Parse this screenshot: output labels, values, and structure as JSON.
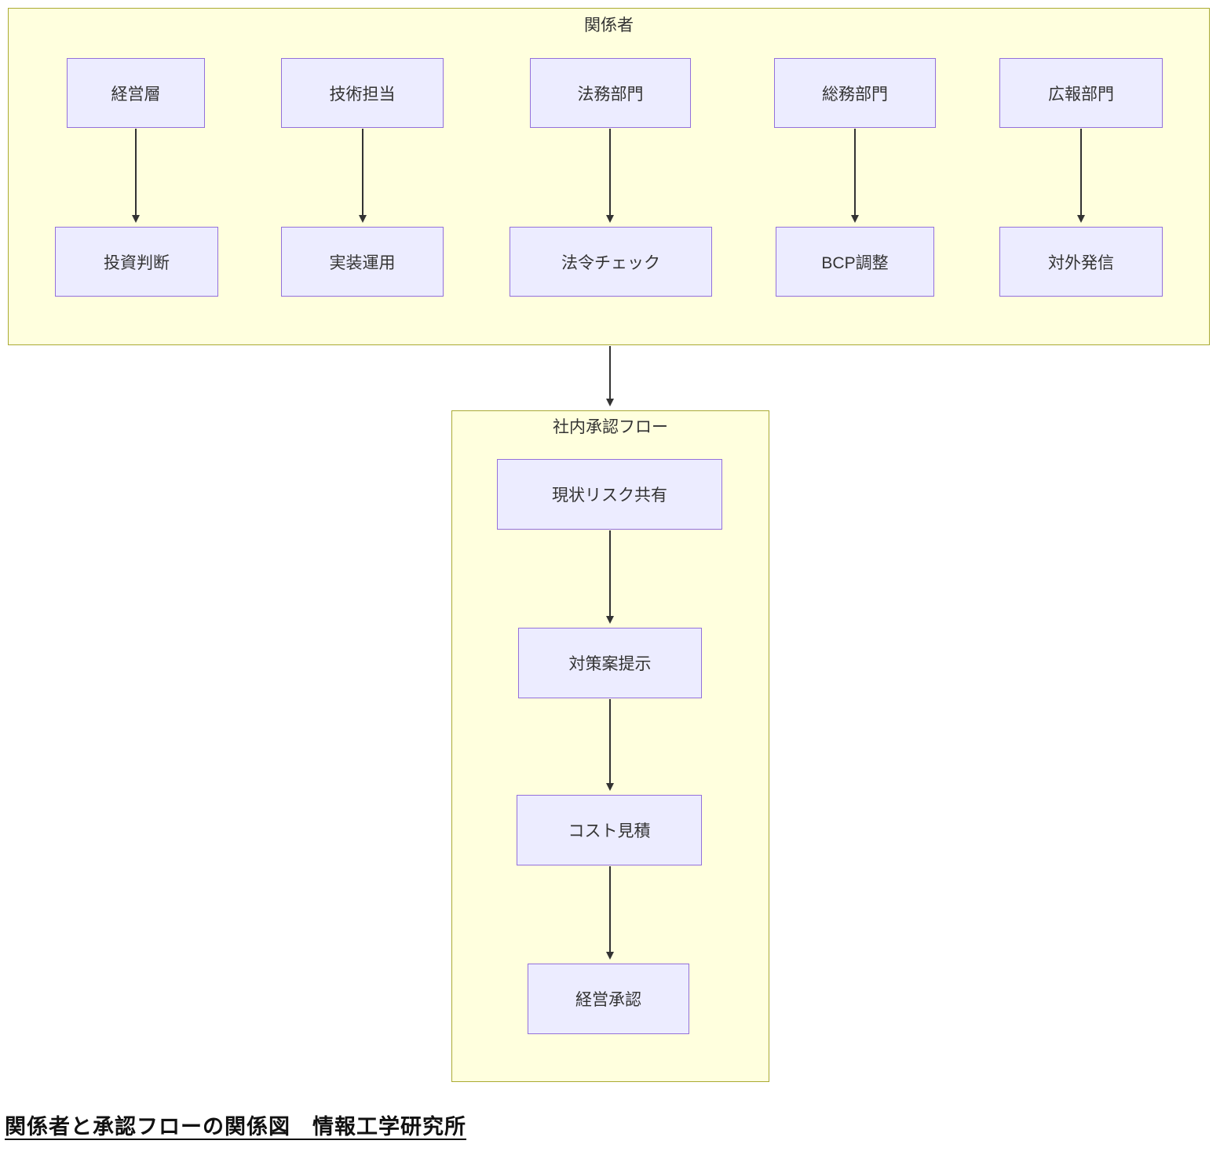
{
  "colors": {
    "clusterFill": "#ffffde",
    "clusterBorder": "#aaaa33",
    "nodeFill": "#ececff",
    "nodeBorder": "#9370db",
    "arrow": "#333333",
    "text": "#333333",
    "captionText": "#111111"
  },
  "stakeholders": {
    "title": "関係者",
    "pairs": [
      {
        "from": "経営層",
        "to": "投資判断"
      },
      {
        "from": "技術担当",
        "to": "実装運用"
      },
      {
        "from": "法務部門",
        "to": "法令チェック"
      },
      {
        "from": "総務部門",
        "to": "BCP調整"
      },
      {
        "from": "広報部門",
        "to": "対外発信"
      }
    ]
  },
  "approval_flow": {
    "title": "社内承認フロー",
    "steps": [
      "現状リスク共有",
      "対策案提示",
      "コスト見積",
      "経営承認"
    ]
  },
  "caption": "関係者と承認フローの関係図　情報工学研究所"
}
